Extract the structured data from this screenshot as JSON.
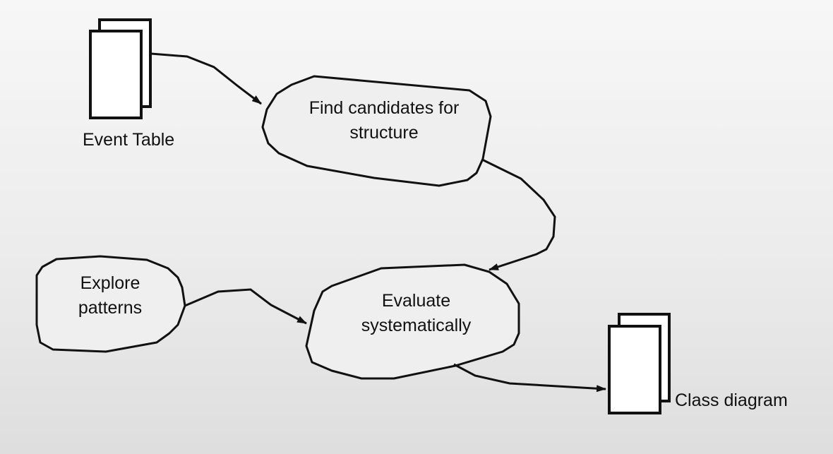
{
  "diagram": {
    "documents": {
      "event_table": {
        "label": "Event Table"
      },
      "class_diagram": {
        "label": "Class diagram"
      }
    },
    "processes": {
      "find_candidates": {
        "label": "Find candidates for structure"
      },
      "explore_patterns": {
        "label": "Explore patterns"
      },
      "evaluate": {
        "label": "Evaluate systematically"
      }
    },
    "flows": [
      {
        "from": "Event Table",
        "to": "Find candidates for structure"
      },
      {
        "from": "Find candidates for structure",
        "to": "Evaluate systematically"
      },
      {
        "from": "Explore patterns",
        "to": "Evaluate systematically"
      },
      {
        "from": "Evaluate systematically",
        "to": "Class diagram"
      }
    ]
  }
}
